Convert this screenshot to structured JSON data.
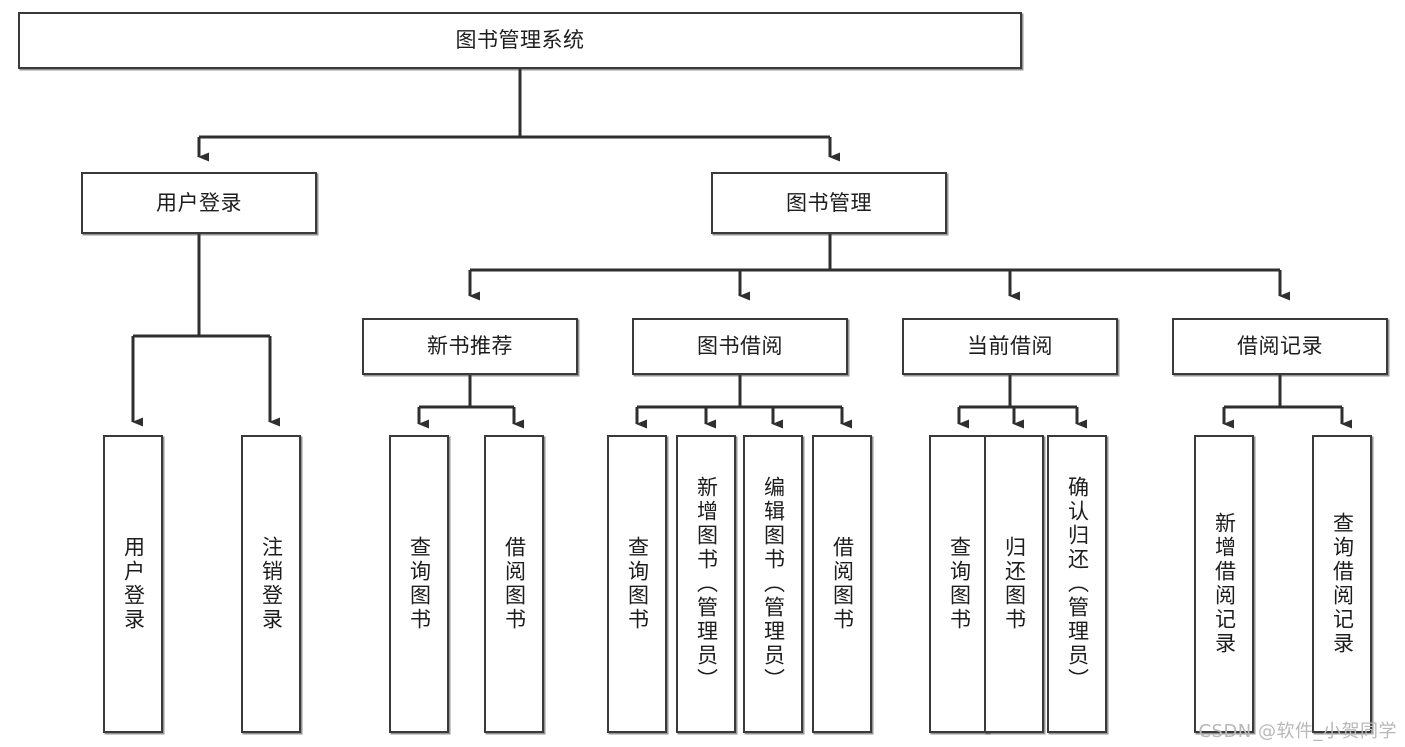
{
  "diagram": {
    "type": "tree-hierarchy",
    "orientation": "top-down",
    "stroke_color": "#3a3a3a",
    "box_fill": "#ffffff",
    "text_color": "#1d1d1d",
    "root": {
      "label": "图书管理系统"
    },
    "level2": [
      {
        "label": "用户登录"
      },
      {
        "label": "图书管理"
      }
    ],
    "level3": [
      {
        "label": "新书推荐"
      },
      {
        "label": "图书借阅"
      },
      {
        "label": "当前借阅"
      },
      {
        "label": "借阅记录"
      }
    ],
    "leaves": {
      "user_login": [
        {
          "label": "用户登录"
        },
        {
          "label": "注销登录"
        }
      ],
      "new_book_recommend": [
        {
          "label": "查询图书"
        },
        {
          "label": "借阅图书"
        }
      ],
      "book_borrow": [
        {
          "label": "查询图书"
        },
        {
          "label": "新增图书（管理员）"
        },
        {
          "label": "编辑图书（管理员）"
        },
        {
          "label": "借阅图书"
        }
      ],
      "current_borrow": [
        {
          "label": "查询图书"
        },
        {
          "label": "归还图书"
        },
        {
          "label": "确认归还（管理员）"
        }
      ],
      "borrow_record": [
        {
          "label": "新增借阅记录"
        },
        {
          "label": "查询借阅记录"
        }
      ]
    }
  },
  "watermark": {
    "text": "CSDN @软件_小贺同学",
    "color": "#b8b8b8"
  }
}
